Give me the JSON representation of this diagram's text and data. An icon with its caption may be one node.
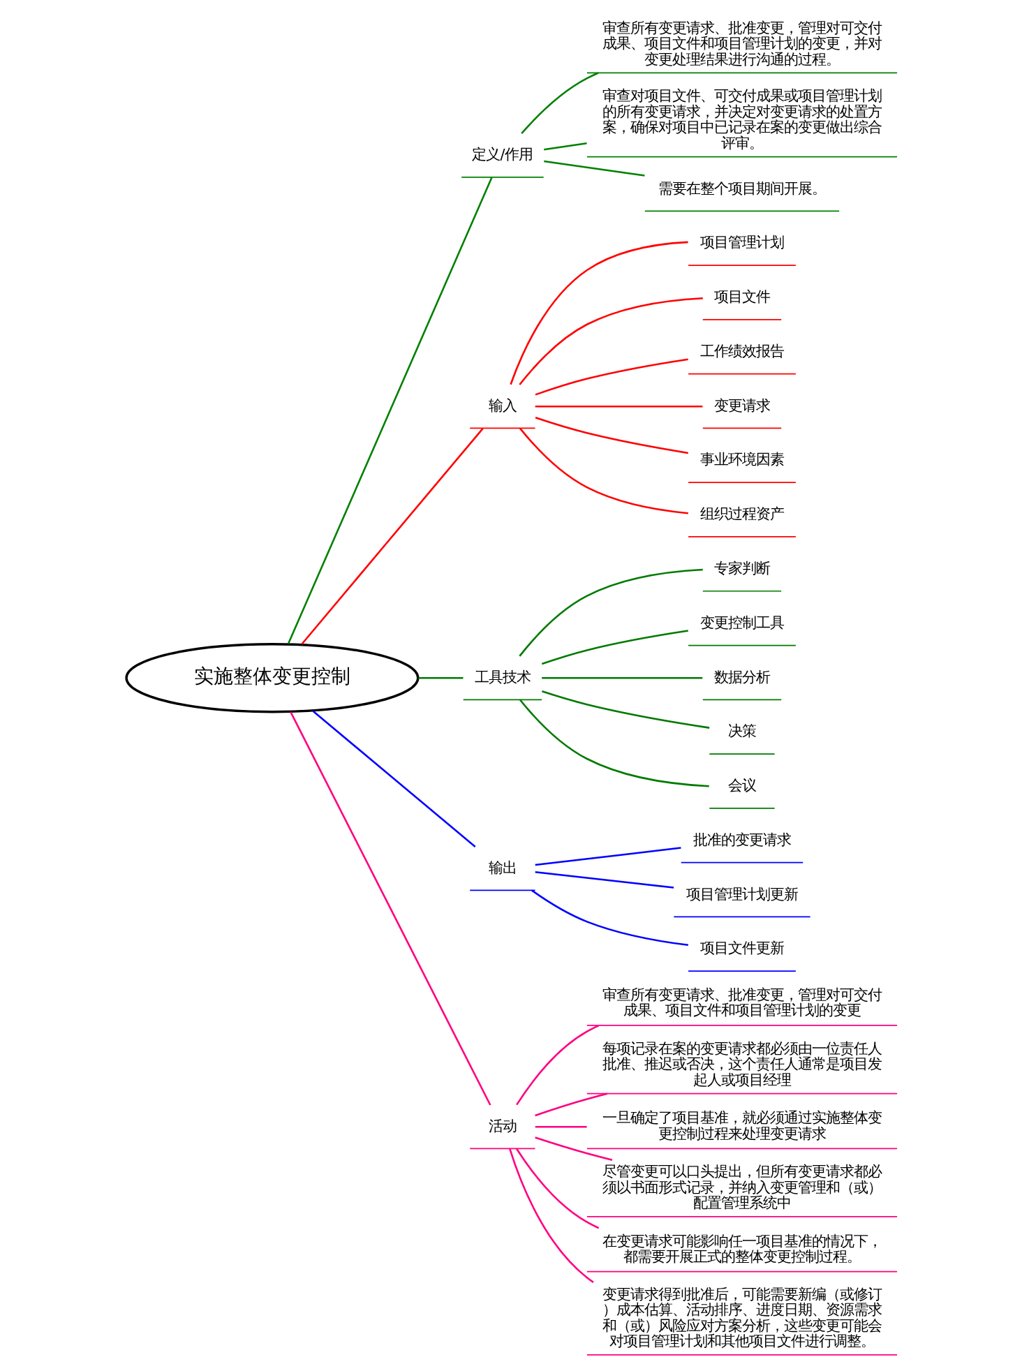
{
  "diagram": {
    "nodes": [
      {
        "text": [
          "实施整体变更控制"
        ]
      },
      {
        "text": [
          "定义/作用"
        ]
      },
      {
        "text": [
          "审查所有变更请求、批准变更，管理对可交付成果、项目文件和项目管理计划的变更，并对变更处理结果进行沟通的过程。"
        ]
      },
      {
        "text": [
          "审查对项目文件、可交付成果或项目管理计划的所有变更请求，并决定对变更请求的处置方案，确保对项目中已记录在案的变更做出综合评审。"
        ]
      },
      {
        "text": [
          "需要在整个项目期间开展。"
        ]
      },
      {
        "text": [
          "输入"
        ]
      },
      {
        "text": [
          "项目管理计划"
        ]
      },
      {
        "text": [
          "项目文件"
        ]
      },
      {
        "text": [
          "工作绩效报告"
        ]
      },
      {
        "text": [
          "变更请求"
        ]
      },
      {
        "text": [
          "事业环境因素"
        ]
      },
      {
        "text": [
          "组织过程资产"
        ]
      },
      {
        "text": [
          "工具技术"
        ]
      },
      {
        "text": [
          "专家判断"
        ]
      },
      {
        "text": [
          "变更控制工具"
        ]
      },
      {
        "text": [
          "数据分析"
        ]
      },
      {
        "text": [
          "决策"
        ]
      },
      {
        "text": [
          "会议"
        ]
      },
      {
        "text": [
          "输出"
        ]
      },
      {
        "text": [
          "批准的变更请求"
        ]
      },
      {
        "text": [
          "项目管理计划更新"
        ]
      },
      {
        "text": [
          "项目文件更新"
        ]
      },
      {
        "text": [
          "活动"
        ]
      },
      {
        "text": [
          "审查所有变更请求、批准变更，管理对可交付成果、项目文件和项目管理计划的变更"
        ]
      },
      {
        "text": [
          "每项记录在案的变更请求都必须由一位责任人批准、推迟或否决，这个责任人通常是项目发起人或项目经理"
        ]
      },
      {
        "text": [
          "一旦确定了项目基准，就必须通过实施整体变更控制过程来处理变更请求"
        ]
      },
      {
        "text": [
          "尽管变更可以口头提出，但所有变更请求都必须以书面形式记录，并纳入变更管理和（或）配置管理系统中"
        ]
      },
      {
        "text": [
          "在变更请求可能影响任一项目基准的情况下，都需要开展正式的整体变更控制过程。"
        ]
      },
      {
        "text": [
          "变更请求得到批准后，可能需要新编（或修订）成本估算、活动排序、进度日期、资源需求和（或）风险应对方案分析，这些变更可能会对项目管理计划和其他项目文件进行调整。"
        ]
      }
    ],
    "edges": [
      {
        "from": 0,
        "to": 1,
        "arrow": "none",
        "color": "#008000"
      },
      {
        "from": 1,
        "to": 2,
        "arrow": "none",
        "color": "#008000"
      },
      {
        "from": 1,
        "to": 3,
        "arrow": "none",
        "color": "#008000"
      },
      {
        "from": 1,
        "to": 4,
        "arrow": "none",
        "color": "#008000"
      },
      {
        "from": 0,
        "to": 5,
        "arrow": "none",
        "color": "#ff0000"
      },
      {
        "from": 5,
        "to": 6,
        "arrow": "none",
        "color": "#ff0000"
      },
      {
        "from": 5,
        "to": 7,
        "arrow": "none",
        "color": "#ff0000"
      },
      {
        "from": 5,
        "to": 8,
        "arrow": "none",
        "color": "#ff0000"
      },
      {
        "from": 5,
        "to": 9,
        "arrow": "none",
        "color": "#ff0000"
      },
      {
        "from": 5,
        "to": 10,
        "arrow": "none",
        "color": "#ff0000"
      },
      {
        "from": 5,
        "to": 11,
        "arrow": "none",
        "color": "#ff0000"
      },
      {
        "from": 0,
        "to": 12,
        "arrow": "none",
        "color": "#007a00"
      },
      {
        "from": 12,
        "to": 13,
        "arrow": "none",
        "color": "#007a00"
      },
      {
        "from": 12,
        "to": 14,
        "arrow": "none",
        "color": "#007a00"
      },
      {
        "from": 12,
        "to": 15,
        "arrow": "none",
        "color": "#007a00"
      },
      {
        "from": 12,
        "to": 16,
        "arrow": "none",
        "color": "#007a00"
      },
      {
        "from": 12,
        "to": 17,
        "arrow": "none",
        "color": "#007a00"
      },
      {
        "from": 0,
        "to": 18,
        "arrow": "none",
        "color": "#0000ff"
      },
      {
        "from": 18,
        "to": 19,
        "arrow": "none",
        "color": "#0000ff"
      },
      {
        "from": 18,
        "to": 20,
        "arrow": "none",
        "color": "#0000ff"
      },
      {
        "from": 18,
        "to": 21,
        "arrow": "none",
        "color": "#0000ff"
      },
      {
        "from": 0,
        "to": 22,
        "arrow": "none",
        "color": "#ff0080"
      },
      {
        "from": 22,
        "to": 23,
        "arrow": "none",
        "color": "#ff0080"
      },
      {
        "from": 22,
        "to": 24,
        "arrow": "none",
        "color": "#ff0080"
      },
      {
        "from": 22,
        "to": 25,
        "arrow": "none",
        "color": "#ff0080"
      },
      {
        "from": 22,
        "to": 26,
        "arrow": "none",
        "color": "#ff0080"
      },
      {
        "from": 22,
        "to": 27,
        "arrow": "none",
        "color": "#ff0080"
      },
      {
        "from": 22,
        "to": 28,
        "arrow": "none",
        "color": "#ff0080"
      }
    ]
  }
}
